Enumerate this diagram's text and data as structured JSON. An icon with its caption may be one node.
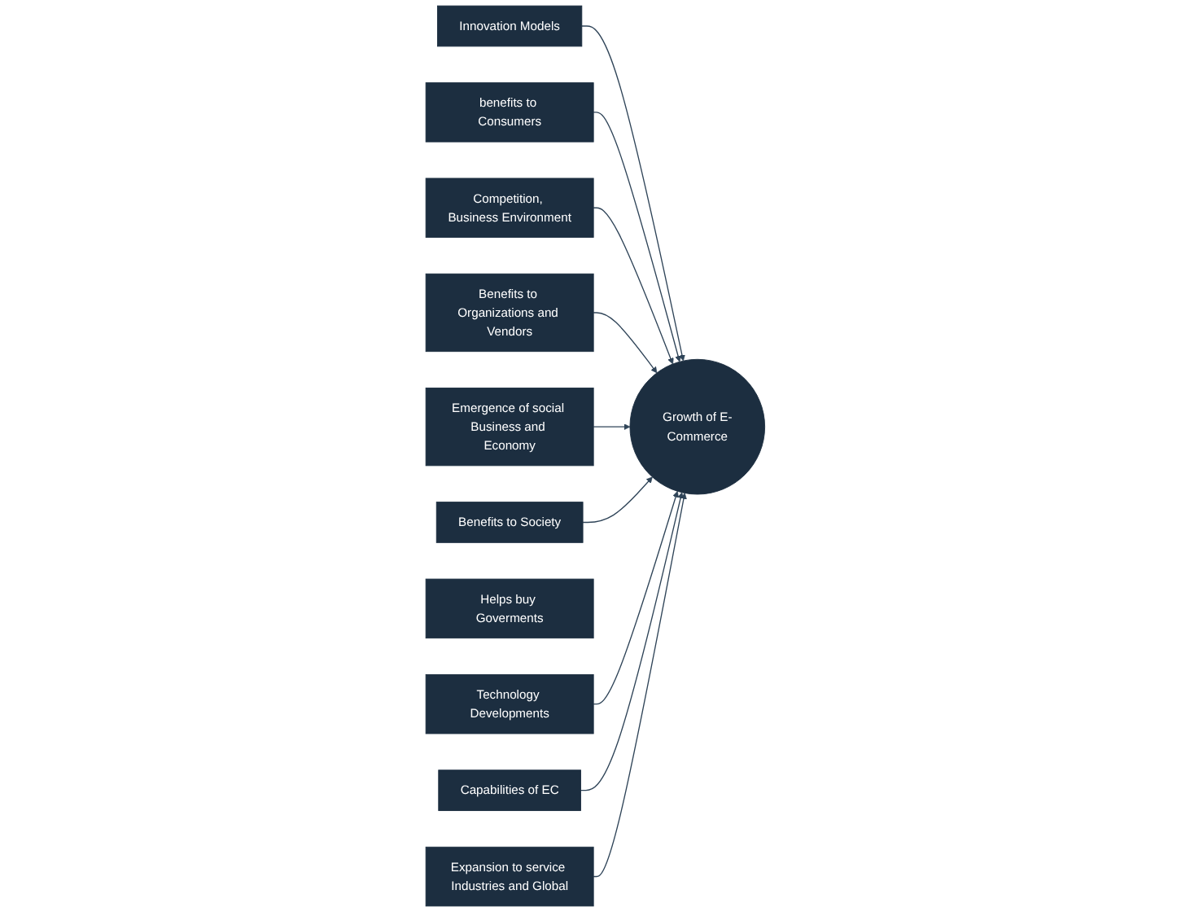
{
  "diagram": {
    "nodes": [
      {
        "text": [
          "Innovation Models"
        ]
      },
      {
        "text": [
          "benefits to Consumers"
        ]
      },
      {
        "text": [
          "Competition, Business Environment"
        ]
      },
      {
        "text": [
          "Benefits to Organizations and Vendors"
        ]
      },
      {
        "text": [
          "Growth of E-Commerce"
        ]
      },
      {
        "text": [
          "Emergence of social Business and Economy"
        ]
      },
      {
        "text": [
          "Benefits to Society"
        ]
      },
      {
        "text": [
          "Helps buy Goverments"
        ]
      },
      {
        "text": [
          "Technology Developments"
        ]
      },
      {
        "text": [
          "Capabilities of EC"
        ]
      },
      {
        "text": [
          "Expansion to service Industries and Global"
        ]
      }
    ],
    "edges": [
      {
        "from": 0,
        "to": 4,
        "arrow": "to"
      },
      {
        "from": 1,
        "to": 4,
        "arrow": "to"
      },
      {
        "from": 2,
        "to": 4,
        "arrow": "to"
      },
      {
        "from": 3,
        "to": 4,
        "arrow": "to"
      },
      {
        "from": 5,
        "to": 4,
        "arrow": "to"
      },
      {
        "from": 6,
        "to": 4,
        "arrow": "to"
      },
      {
        "from": 8,
        "to": 4,
        "arrow": "to"
      },
      {
        "from": 9,
        "to": 4,
        "arrow": "to"
      },
      {
        "from": 10,
        "to": 4,
        "arrow": "to"
      }
    ]
  }
}
